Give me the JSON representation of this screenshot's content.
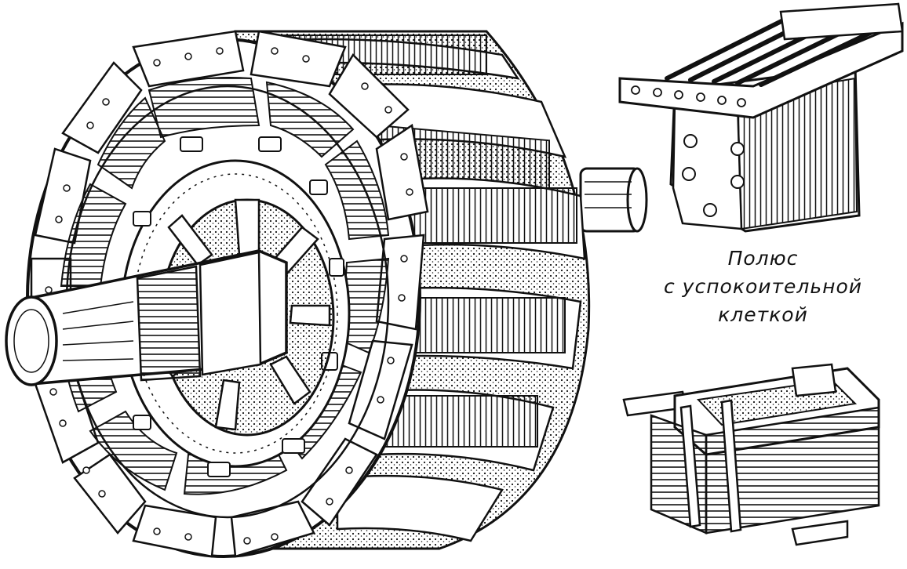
{
  "caption": {
    "line1": "Полюс",
    "line2": "с успокоительной",
    "line3": "клеткой"
  },
  "colors": {
    "ink": "#111111",
    "paper": "#ffffff"
  }
}
